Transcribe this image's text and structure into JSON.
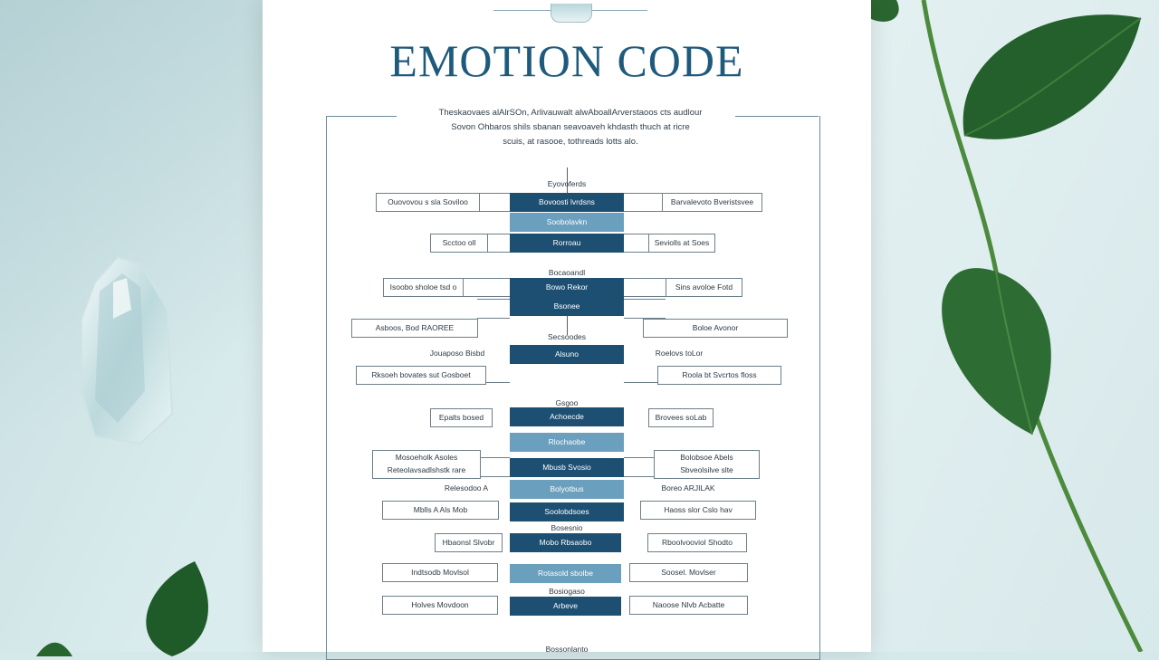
{
  "poster": {
    "title": "EMOTION CODE",
    "intro_lines": [
      "Theskaovaes alAlrSOn, Arlivauwalt alwAboallArverstaoos cts audlour",
      "Sovon Ohbaros shils sbanan seavoaveh khdasth thuch at ricre",
      "scuis, at rasooe, tothreads lotts alo."
    ]
  },
  "chart": {
    "labels": {
      "l1": "Eyovoferds",
      "l2": "Bocaoandl",
      "l3": "Secsoodes",
      "l4": "Gsgoo",
      "l5": "Bosesnio",
      "l6": "Bosiogaso",
      "l7": "Bossonlanto"
    },
    "rows": {
      "r1": {
        "center": "Bovoosti lvrdsns",
        "left": "Ouovovou s sla Soviloo",
        "right": "Barvalevoto Bveristsvee"
      },
      "r2": {
        "center": "Soobolavkn"
      },
      "r3": {
        "center": "Rorroau",
        "left": "Scctoo oll",
        "right": "Seviolls at Soes"
      },
      "r4": {
        "center": "Bowo Rekor",
        "left": "Isoobo sholoe tsd o",
        "right": "Sins avoloe Fotd"
      },
      "r5": {
        "center": "Bsonee",
        "left": "Asboos, Bod RAOREE",
        "right": "Boloe Avonor"
      },
      "r6": {
        "center": "Alsuno",
        "left": "Jouaposo Bisbd",
        "right": "Roelovs toLor"
      },
      "r7": {
        "left": "Rksoeh bovates sut Gosboet",
        "right": "Roola bt Svcrtos floss"
      },
      "r8": {
        "center": "Achoecde",
        "left": "Epalts bosed",
        "right": "Brovees soLab"
      },
      "r9": {
        "center": "Rlochaobe"
      },
      "r10": {
        "center": "Mbusb Svosio",
        "left": "Mosoeholk Asoles",
        "right": "Bolobsoe Abels"
      },
      "r10b": {
        "left": "Reteolavsadlshstk rare",
        "right": "Sbveolsilve slte"
      },
      "r11": {
        "center": "Bolyotbus",
        "left": "Relesodoo A",
        "right": "Boreo ARJILAK"
      },
      "r12": {
        "center": "Soolobdsoes",
        "left": "Mblls A Als Mob",
        "right": "Haoss slor Cslo hav"
      },
      "r13": {
        "center": "Mobo Rbsaobo",
        "left": "Hbaonsl Slvobr",
        "right": "Rboolvooviol Shodto"
      },
      "r14": {
        "center": "Rotasold sbolbe",
        "left": "Indtsodb Movlsol",
        "right": "Soosel. Movlser"
      },
      "r15": {
        "center": "Arbeve",
        "left": "Holves Movdoon",
        "right": "Naoose Nlvb Acbatte"
      }
    }
  },
  "colors": {
    "title": "#1e5a7c",
    "dark_box": "#1c4f72",
    "light_box": "#6a9fbd"
  }
}
